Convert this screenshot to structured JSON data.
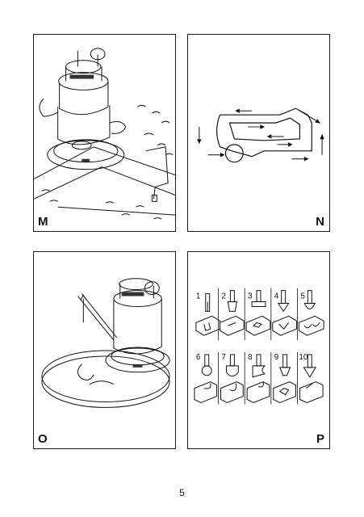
{
  "panels": {
    "M": {
      "label": "M"
    },
    "N": {
      "label": "N"
    },
    "O": {
      "label": "O"
    },
    "P": {
      "label": "P",
      "bits_top": [
        "1",
        "2",
        "3",
        "4",
        "5"
      ],
      "bits_bottom": [
        "6",
        "7",
        "8",
        "9",
        "10"
      ]
    }
  },
  "page_number": "5"
}
